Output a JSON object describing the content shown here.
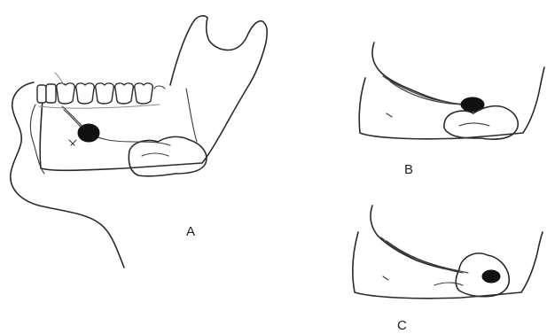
{
  "panels": [
    {
      "id": "a",
      "label": "A"
    },
    {
      "id": "b",
      "label": "B"
    },
    {
      "id": "c",
      "label": "C"
    }
  ],
  "colors": {
    "line": "#2a2a2a",
    "gland": "#111111",
    "background": "#ffffff"
  }
}
